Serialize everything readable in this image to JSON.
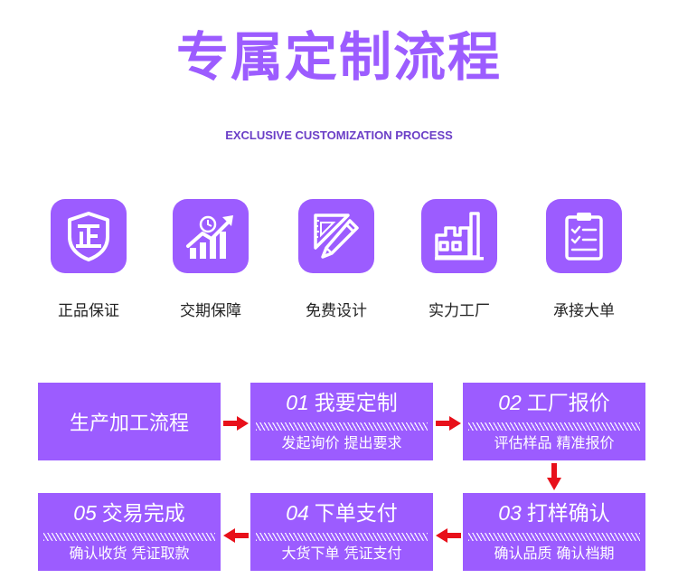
{
  "header": {
    "title": "专属定制流程",
    "subtitle": "EXCLUSIVE CUSTOMIZATION PROCESS"
  },
  "colors": {
    "accent": "#9C5CFF",
    "arrow": "#E8101A",
    "subtitle": "#6B3FC7"
  },
  "features": [
    {
      "label": "正品保证",
      "icon": "shield-zheng-icon"
    },
    {
      "label": "交期保障",
      "icon": "growth-chart-clock-icon"
    },
    {
      "label": "免费设计",
      "icon": "pencil-ruler-icon"
    },
    {
      "label": "实力工厂",
      "icon": "factory-icon"
    },
    {
      "label": "承接大单",
      "icon": "clipboard-checklist-icon"
    }
  ],
  "process": {
    "title": "生产加工流程",
    "steps": [
      {
        "num": "01",
        "title": "我要定制",
        "desc": "发起询价  提出要求"
      },
      {
        "num": "02",
        "title": "工厂报价",
        "desc": "评估样品 精准报价"
      },
      {
        "num": "03",
        "title": "打样确认",
        "desc": "确认品质  确认档期"
      },
      {
        "num": "04",
        "title": "下单支付",
        "desc": "大货下单  凭证支付"
      },
      {
        "num": "05",
        "title": "交易完成",
        "desc": "确认收货 凭证取款"
      }
    ]
  }
}
